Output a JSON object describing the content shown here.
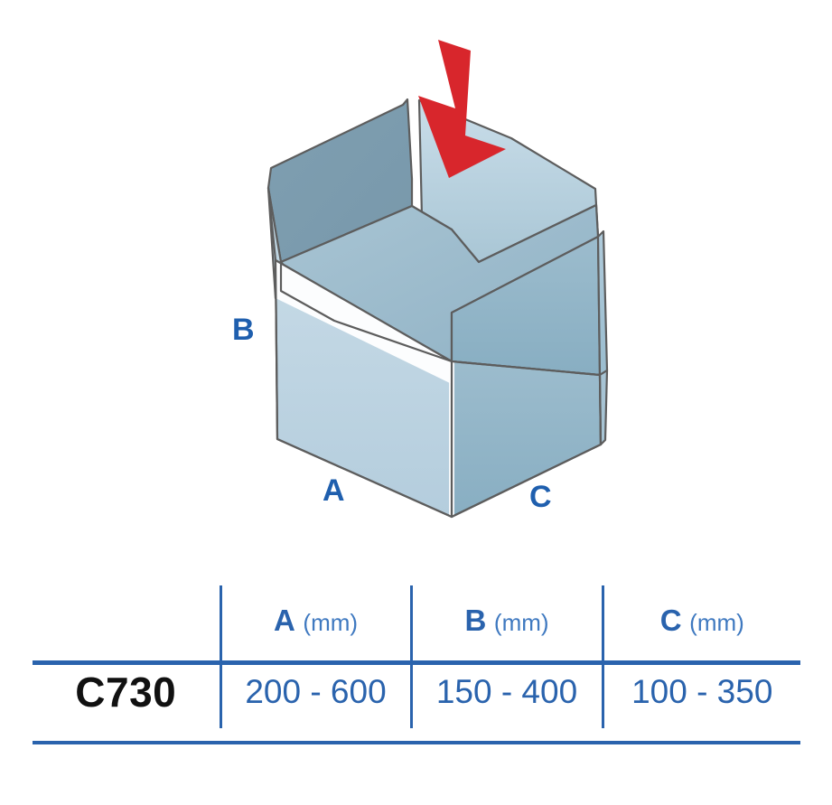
{
  "diagram": {
    "title_labels": {
      "a": "A",
      "b": "B",
      "c": "C"
    },
    "arrow": {
      "name": "insertion-arrow",
      "color": "#d8262c",
      "direction": "down"
    },
    "box": {
      "front_panel_color": "#b9d0de",
      "side_panel_color": "#8fb3c6",
      "inner_panel_color": "#9dbccd",
      "flap_outer_color": "#7c9cae",
      "outline_color": "#5a5a5a"
    }
  },
  "table": {
    "columns": [
      {
        "letter": "",
        "unit": ""
      },
      {
        "letter": "A",
        "unit": "(mm)"
      },
      {
        "letter": "B",
        "unit": "(mm)"
      },
      {
        "letter": "C",
        "unit": "(mm)"
      }
    ],
    "rows": [
      {
        "model": "C730",
        "a": "200 - 600",
        "b": "150 - 400",
        "c": "100 - 350"
      }
    ],
    "line_color": "#2a63ad"
  }
}
